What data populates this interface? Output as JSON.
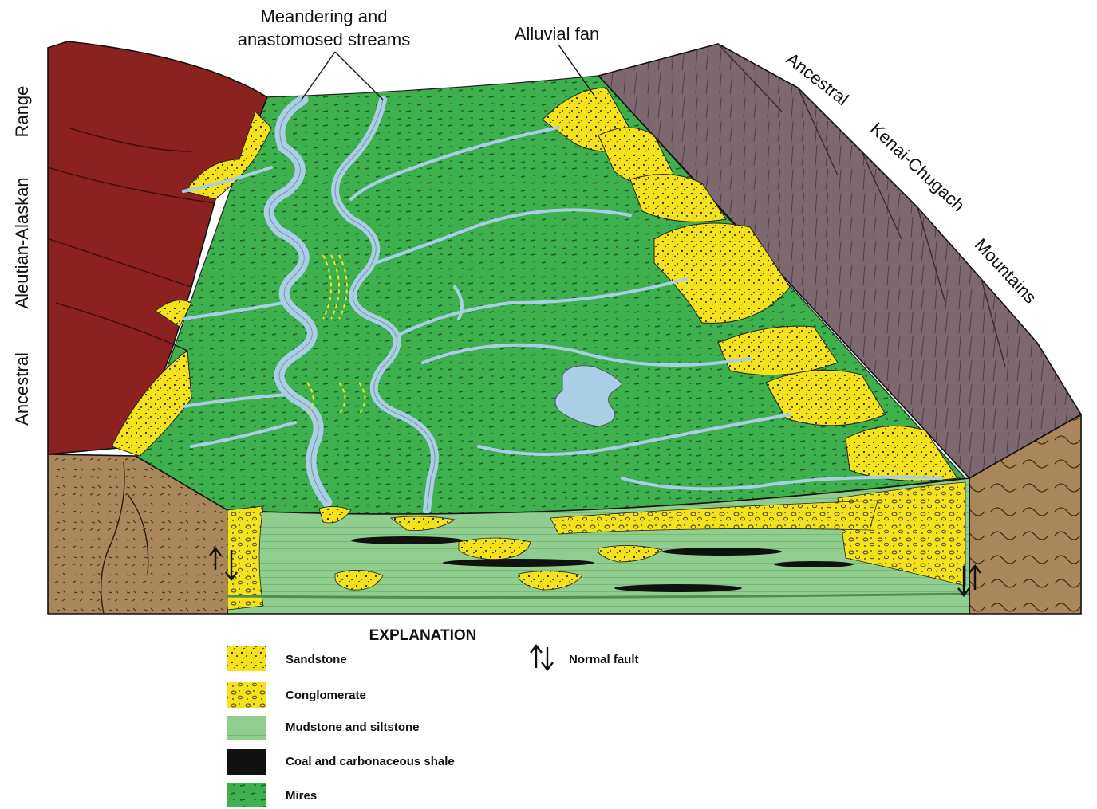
{
  "labels": {
    "streams_line1": "Meandering and",
    "streams_line2": "anastomosed streams",
    "alluvial_fan": "Alluvial fan",
    "west_range_word1": "Ancestral",
    "west_range_word2": "Aleutian-Alaskan",
    "west_range_word3": "Range",
    "east_range_word1": "Ancestral",
    "east_range_word2": "Kenai-Chugach",
    "east_range_word3": "Mountains"
  },
  "legend": {
    "title": "EXPLANATION",
    "items": [
      {
        "label": "Sandstone",
        "color": "#f5e21a"
      },
      {
        "label": "Conglomerate",
        "color": "#f5e21a"
      },
      {
        "label": "Mudstone and siltstone",
        "color": "#8fce8f"
      },
      {
        "label": "Coal and carbonaceous shale",
        "color": "#111111"
      },
      {
        "label": "Mires",
        "color": "#3fb04e"
      }
    ],
    "fault_label": "Normal fault"
  },
  "colors": {
    "mire_green": "#3fb04e",
    "mudstone_green": "#8fce8f",
    "sand_yellow": "#f5e21a",
    "stream_blue": "#a9cfe6",
    "west_range_red": "#8b2220",
    "east_range_purple": "#7d6870",
    "basement_brown": "#a9875a",
    "coal_black": "#111111"
  }
}
